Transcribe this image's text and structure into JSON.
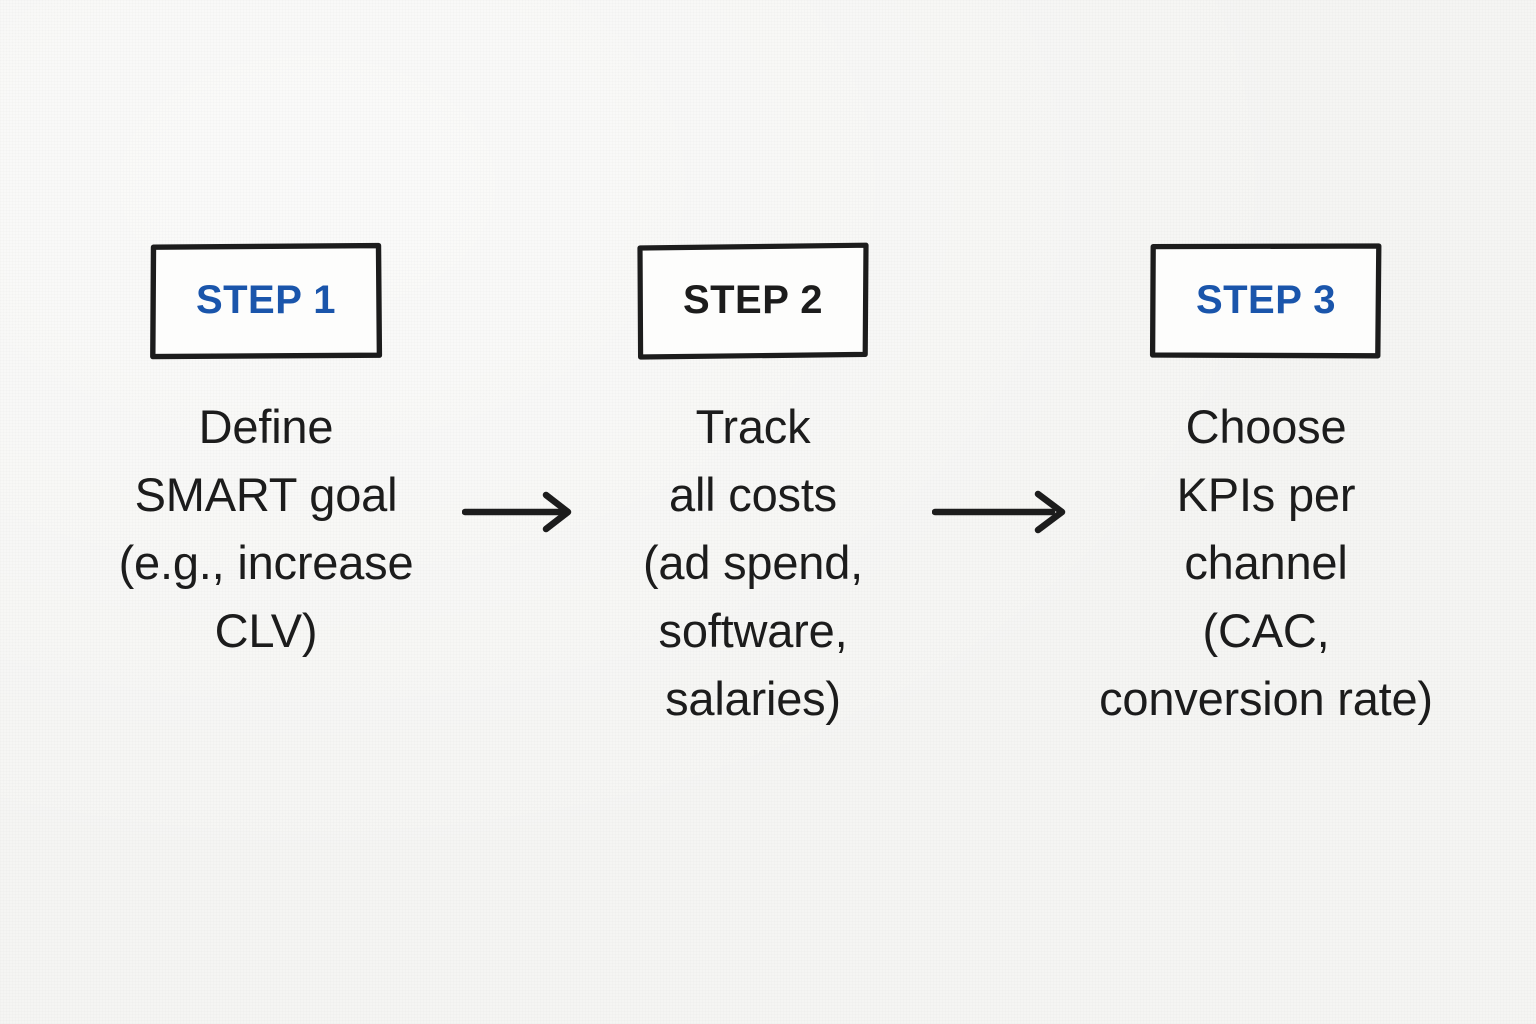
{
  "diagram": {
    "type": "horizontal-process-flow",
    "background_color": "#f5f5f3",
    "accent_color": "#1a55ab",
    "ink_color": "#1c1c1c",
    "steps": [
      {
        "badge": "STEP 1",
        "badge_color": "#1a55ab",
        "lines": [
          "Define",
          "SMART goal",
          "(e.g., increase",
          "CLV)"
        ]
      },
      {
        "badge": "STEP 2",
        "badge_color": "#1c1c1c",
        "lines": [
          "Track",
          "all costs",
          "(ad spend,",
          "software,",
          "salaries)"
        ]
      },
      {
        "badge": "STEP 3",
        "badge_color": "#1a55ab",
        "lines": [
          "Choose",
          "KPIs per",
          "channel",
          "(CAC,",
          "conversion rate)"
        ]
      }
    ],
    "connectors": [
      {
        "name": "arrow-step1-to-step2",
        "glyph": "right-arrow"
      },
      {
        "name": "arrow-step2-to-step3",
        "glyph": "right-arrow"
      }
    ]
  }
}
